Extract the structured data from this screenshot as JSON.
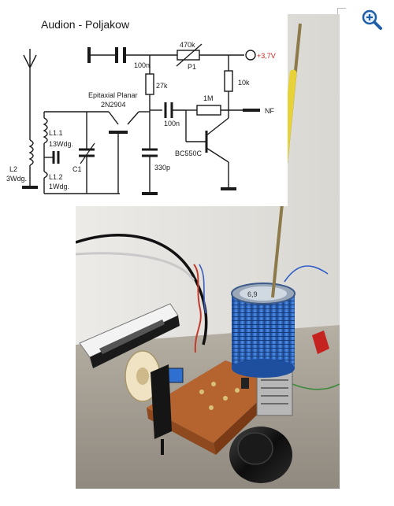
{
  "schematic": {
    "title": "Audion - Poljakow",
    "labels": {
      "c_100n_top": "100n",
      "r_470k": "470k",
      "p1": "P1",
      "supply": "+3,7V",
      "r_27k": "27k",
      "r_10k": "10k",
      "r_1m": "1M",
      "transistor1_type": "Epitaxial Planar",
      "transistor1_name": "2N2904",
      "c_100n_mid": "100n",
      "nf": "NF",
      "l11": "L1.1",
      "l11_turns": "13Wdg.",
      "c1": "C1",
      "l2": "L2",
      "l2_turns": "3Wdg.",
      "l12": "L1.2",
      "l12_turns": "1Wdg.",
      "bc550c": "BC550C",
      "c_330p": "330p"
    }
  },
  "photo": {
    "coil_label": "6,9",
    "description_hidden": ""
  },
  "icons": {
    "zoom": "zoom-in-icon"
  },
  "colors": {
    "schematic_line": "#1a1a1a",
    "supply_red": "#d42020",
    "accent_blue": "#2a6fcf"
  }
}
